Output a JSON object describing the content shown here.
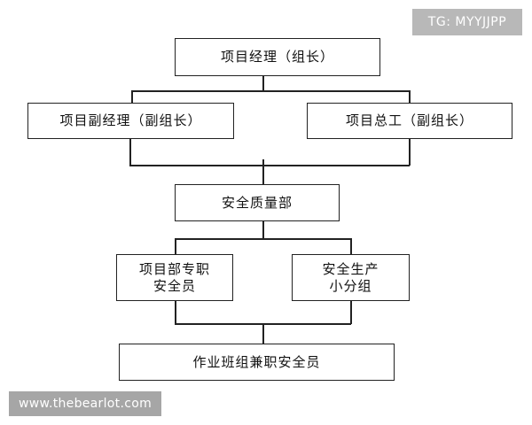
{
  "watermarks": {
    "top_right": "TG: MYYJJPP",
    "bottom_left": "www.thebearlot.com"
  },
  "diagram": {
    "nodes": {
      "pm": "项目经理（组长）",
      "deputy_pm": "项目副经理（副组长）",
      "chief_engineer": "项目总工（副组长）",
      "safety_quality_dept": "安全质量部",
      "full_time_safety_officer": "项目部专职\n安全员",
      "safety_production_group": "安全生产\n小分组",
      "team_part_time_safety": "作业班组兼职安全员"
    }
  }
}
